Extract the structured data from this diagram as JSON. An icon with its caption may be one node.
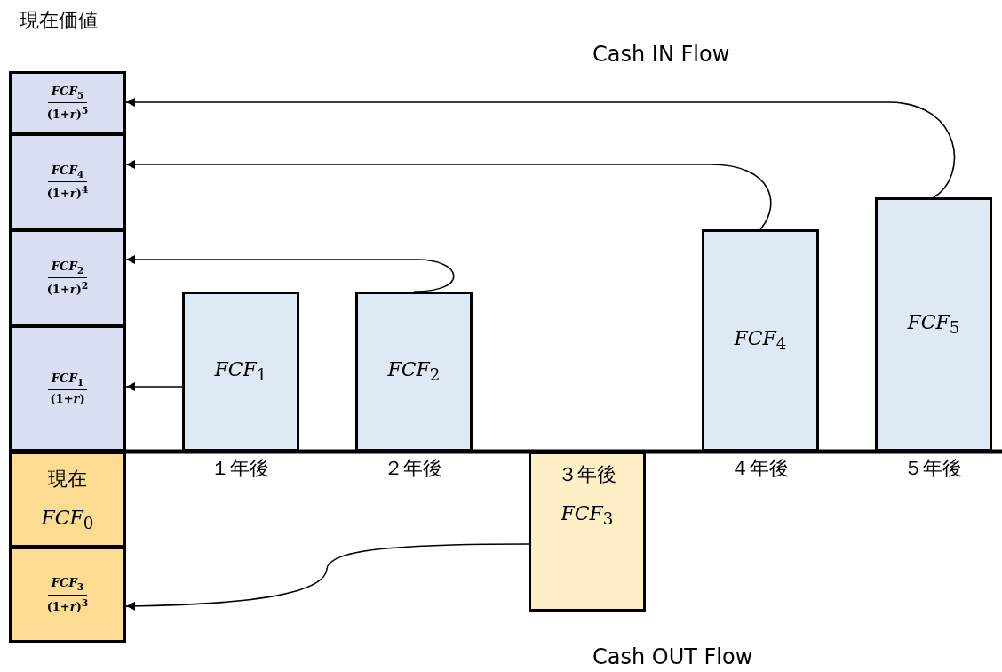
{
  "diagram": {
    "nodes": [
      {
        "text": [
          "*FCF*$_{5}$",
          "(1+*r*)$^{5}$"
        ]
      },
      {
        "text": [
          "*FCF*$_{4}$",
          "(1+*r*)$^{4}$"
        ]
      },
      {
        "text": [
          "*FCF*$_{2}$",
          "(1+*r*)$^{2}$"
        ]
      },
      {
        "text": [
          "*FCF*$_{1}$",
          "(1+*r*)"
        ]
      },
      {
        "text": [
          "現在",
          "*FCF*$_{0}$"
        ]
      },
      {
        "text": [
          "*FCF*$_{3}$",
          "(1+*r*)$^{3}$"
        ]
      },
      {
        "text": [
          "*FCF*$_{1}$"
        ]
      },
      {
        "text": [
          "*FCF*$_{2}$"
        ]
      },
      {
        "text": [
          "３年後",
          "*FCF*$_{3}$"
        ]
      },
      {
        "text": [
          "*FCF*$_{4}$"
        ]
      },
      {
        "text": [
          "*FCF*$_{5}$"
        ]
      }
    ],
    "edges": [
      {
        "from": 6,
        "to": 3,
        "arrow": "to"
      },
      {
        "from": 7,
        "to": 2,
        "arrow": "to"
      },
      {
        "from": 9,
        "to": 1,
        "arrow": "to"
      },
      {
        "from": 10,
        "to": 0,
        "arrow": "to"
      },
      {
        "from": 8,
        "to": 5,
        "arrow": "to"
      }
    ],
    "labels": [
      "現在価値",
      "Cash IN Flow",
      "１年後",
      "２年後",
      "４年後",
      "５年後",
      "Cash OUT Flow"
    ]
  }
}
